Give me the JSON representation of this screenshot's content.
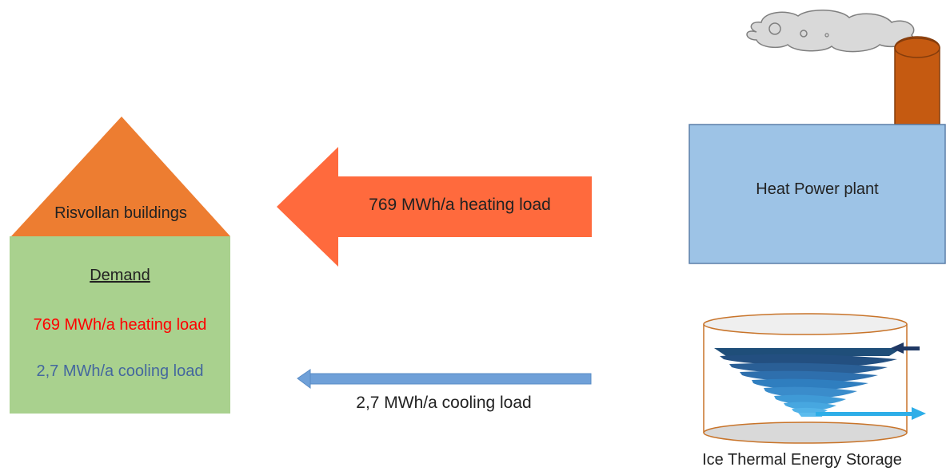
{
  "building": {
    "name": "Risvollan buildings",
    "demand_title": "Demand",
    "heating_text": "769 MWh/a heating load",
    "cooling_text": "2,7 MWh/a cooling load"
  },
  "heating_flow": {
    "label": "769 MWh/a heating load"
  },
  "cooling_flow": {
    "label": "2,7 MWh/a cooling load"
  },
  "plant": {
    "label": "Heat Power plant"
  },
  "storage": {
    "label": "Ice Thermal Energy Storage"
  },
  "colors": {
    "roof": "#ed7d31",
    "walls": "#a9d18e",
    "heating_arrow": "#ff6a3d",
    "cooling_arrow": "#6fa0d8",
    "plant_body": "#9dc3e6",
    "chimney": "#c55a11",
    "cloud": "#d9d9d9",
    "heating_text": "#ff0000",
    "cooling_text": "#44679e",
    "tank_outline": "#c8742a"
  }
}
